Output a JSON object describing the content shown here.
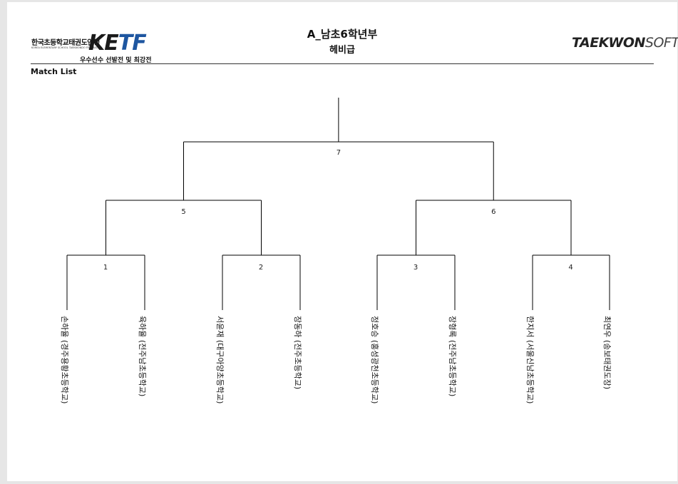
{
  "header": {
    "org_name_ko": "한국초등학교태권도연맹",
    "org_name_en": "KOREA ELEMENTARY SCHOOL TAEKWONDO FEDERATION",
    "logo_text_1": "KE",
    "logo_text_2": "TF",
    "org_subtitle": "우수선수 선발전 및 최강전",
    "title": "A_남초6학년부",
    "subtitle": "헤비급",
    "brand_1": "TAEKWON",
    "brand_2": "SOFT"
  },
  "section_label": "Match List",
  "bracket": {
    "final_match": "7",
    "semifinals": [
      "5",
      "6"
    ],
    "quarterfinals": [
      "1",
      "2",
      "3",
      "4"
    ],
    "players": [
      "손하율 (경주용황초등학교)",
      "육하율 (전주남초등학교)",
      "서윤재 (대구아양초등학교)",
      "장동하 (전주초등학교)",
      "정호승 (홍성광천초등학교)",
      "장형록 (전주남초등학교)",
      "한지서 (서울신남초등학교)",
      "최연우 (송보태권도장)"
    ]
  },
  "colors": {
    "line": "#000000",
    "page": "#ffffff",
    "background": "#e6e6e6",
    "logo_accent": "#1e56a0"
  }
}
